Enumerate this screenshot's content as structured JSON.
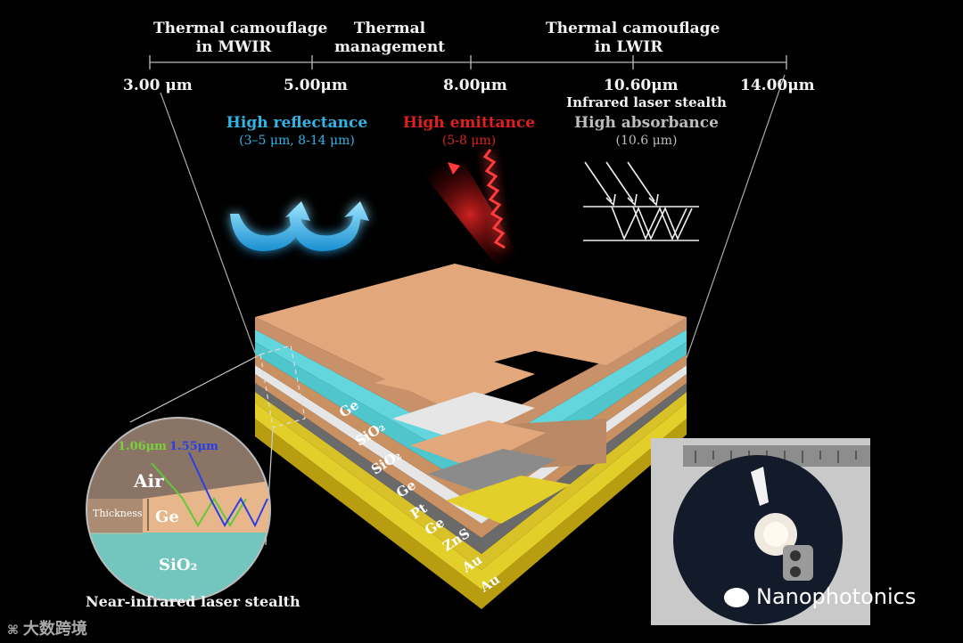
{
  "spectrum_bands": [
    {
      "line1": "Thermal camouflage",
      "line2": "in MWIR"
    },
    {
      "line1": "Thermal",
      "line2": "management"
    },
    {
      "line1": "Thermal camouflage",
      "line2": "in LWIR"
    }
  ],
  "ticks": [
    "3.00 μm",
    "5.00μm",
    "8.00μm",
    "10.60μm",
    "14.00μm"
  ],
  "features": {
    "reflect": {
      "title": "High reflectance",
      "sub": "(3–5 μm, 8-14 μm)",
      "color": "#29b6e8"
    },
    "emit": {
      "title": "High emittance",
      "sub": "(5-8 μm)",
      "color": "#e0201f"
    },
    "absorb": {
      "pre": "Infrared laser stealth",
      "title": "High absorbance",
      "sub": "(10.6 μm)",
      "color": "#bdbdbd"
    }
  },
  "layers": [
    "Ge",
    "SiO₂",
    "SiO₂",
    "Ge",
    "Pt",
    "Ge",
    "ZnS",
    "Au",
    "Au"
  ],
  "layer_colors": {
    "ge": "#e2a77a",
    "sio2": "#62d6dc",
    "pt": "#e6e6e6",
    "zns": "#6a6a6a",
    "au": "#e3cf2a"
  },
  "inset": {
    "wl1": "1.06μm",
    "wl2": "1.55μm",
    "air": "Air",
    "ge": "Ge",
    "sio2": "SiO₂",
    "thickness": "Thickness",
    "caption": "Near-infrared laser stealth"
  },
  "watermarks": {
    "left": "大数跨境",
    "right": "Nanophotonics"
  }
}
